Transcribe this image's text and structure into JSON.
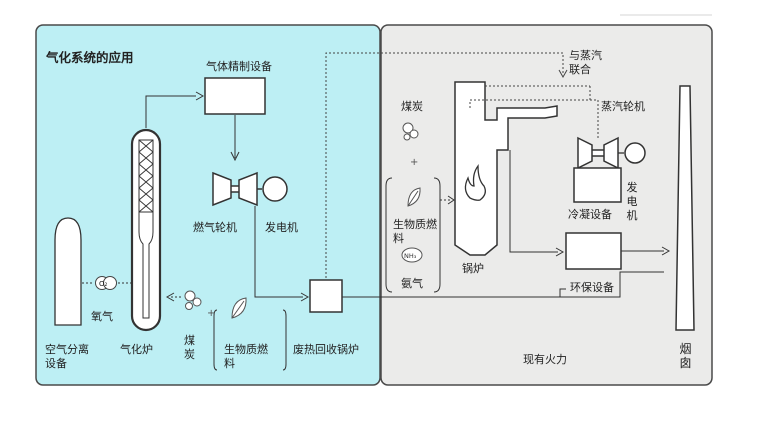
{
  "colors": {
    "left_panel_fill": "#bdeff4",
    "right_panel_fill": "#ebebea",
    "panel_border": "#4a4a4a",
    "line": "#333333",
    "flame": "#e05a1a"
  },
  "icons": [
    "gasifier-icon",
    "air-separation-icon",
    "oxygen-molecule-icon",
    "coal-icon",
    "biomass-leaf-icon",
    "gas-turbine-icon",
    "generator-icon",
    "heat-recovery-boiler-icon",
    "gas-purification-icon",
    "boiler-icon",
    "flame-icon",
    "steam-turbine-icon",
    "condenser-icon",
    "environmental-equipment-icon",
    "chimney-icon",
    "ammonia-icon"
  ],
  "left_panel": {
    "title": "气化系统的应用",
    "labels": {
      "gas_purification": "气体精制设备",
      "gas_turbine": "燃气轮机",
      "generator": "发电机",
      "air_separation_line1": "空气分离",
      "air_separation_line2": "设备",
      "oxygen": "氧气",
      "gasifier": "气化炉",
      "coal": "煤炭",
      "biomass_line1": "生物质燃",
      "biomass_line2": "料",
      "heat_recovery_boiler": "废热回收锅炉",
      "o2_symbol": "O₂"
    }
  },
  "right_panel": {
    "caption": "现有火力",
    "labels": {
      "steam_combined_line1": "与蒸汽",
      "steam_combined_line2": "联合",
      "coal": "煤炭",
      "biomass_line1": "生物质燃",
      "biomass_line2": "料",
      "ammonia": "氨气",
      "ammonia_symbol": "NH₃",
      "boiler": "锅炉",
      "steam_turbine": "蒸汽轮机",
      "generator": "发电机",
      "condenser": "冷凝设备",
      "environmental_equipment": "环保设备",
      "chimney": "烟囱"
    }
  }
}
